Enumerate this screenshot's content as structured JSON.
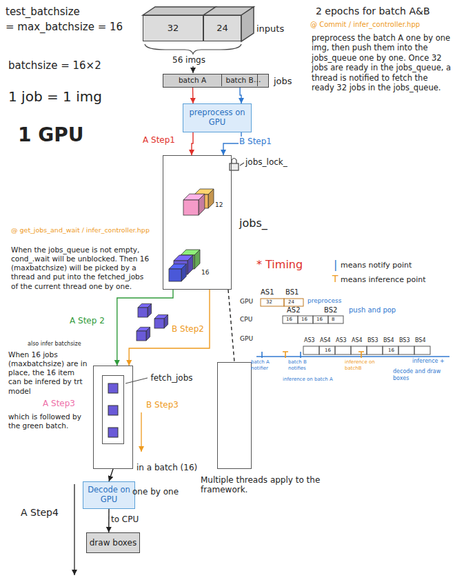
{
  "diagram": {
    "nodes": [
      {
        "text": [
          "32"
        ]
      },
      {
        "text": [
          "24"
        ]
      },
      {
        "text": [
          "jobs"
        ]
      },
      {
        "text": [
          "batch A"
        ],
        "in": 2
      },
      {
        "text": [
          "batch B"
        ],
        "in": 2
      },
      {
        "text": [
          "preprocess on GPU"
        ]
      },
      {
        "text": [
          "jobs_"
        ]
      },
      {
        "text": [
          "in a batch (16)"
        ]
      },
      {
        "text": [
          "fetch_jobs"
        ],
        "in": 7
      },
      {
        "text": [
          "Multiple threads apply to the framework."
        ]
      },
      {
        "text": [
          "Decode on GPU"
        ]
      },
      {
        "text": [
          "draw boxes"
        ]
      }
    ],
    "edges": [
      {
        "from": 3,
        "to": 5,
        "arrow": "to"
      },
      {
        "from": 4,
        "to": 5,
        "arrow": "to"
      },
      {
        "from": 5,
        "to": 6,
        "label": "A Step1",
        "arrow": "to"
      },
      {
        "from": 5,
        "to": 6,
        "label": "B Step1",
        "arrow": "to"
      },
      {
        "from": 6,
        "to": 7,
        "label": "A Step 2",
        "arrow": "to"
      },
      {
        "from": 6,
        "to": 7,
        "label": "B Step2",
        "arrow": "to"
      },
      {
        "from": 6,
        "to": 9,
        "arrow": "none"
      },
      {
        "from": 7,
        "to": 10,
        "arrow": "to"
      },
      {
        "from": 10,
        "to": 11,
        "label": "to CPU",
        "arrow": "to"
      }
    ],
    "labels": [
      "test_batchsize",
      "= max_batchsize = 16",
      "batchsize = 16×2",
      "1 job = 1 img",
      "1 GPU",
      "inputs",
      "56 imgs",
      "...",
      "2 epochs for batch A&B",
      "@ Commit / infer_controller.hpp",
      "preprocess the batch A one by one img, then push them into the jobs_queue one by one. Once 32 jobs are ready in the jobs_queue, a thread is notified to fetch the ready 32 jobs in the jobs_queue.",
      "jobs_lock_",
      "12",
      "16",
      "@ get_jobs_and_wait / infer_controller.hpp",
      "When the jobs_queue is not empty, cond_.wait will be unblocked. Then 16 (maxbatchsize) will be picked by a thread and put into the fetched_jobs of the current thread one by one.",
      "also infer batchsize",
      "When 16 jobs (maxbatchsize) are in place, the 16 item can be infered by trt model",
      "A Step3",
      "which is followed by the green batch.",
      "B Step3",
      "one by one",
      "A Step4",
      "* Timing",
      "|",
      "means notify point",
      "T",
      "means inference point",
      "AS1",
      "BS1",
      "GPU",
      "32",
      "24",
      "preprocess",
      "AS2",
      "BS2",
      "push and pop",
      "CPU",
      "16",
      "16",
      "16",
      "8",
      "GPU",
      "AS3",
      "AS4",
      "AS3",
      "AS4",
      "BS3",
      "BS4",
      "BS3",
      "BS4",
      "16",
      "16",
      "batch A notifier",
      "batch B notifies",
      "inference on batch A",
      "inference on batchB",
      "inference +",
      "decode and draw boxes"
    ]
  }
}
